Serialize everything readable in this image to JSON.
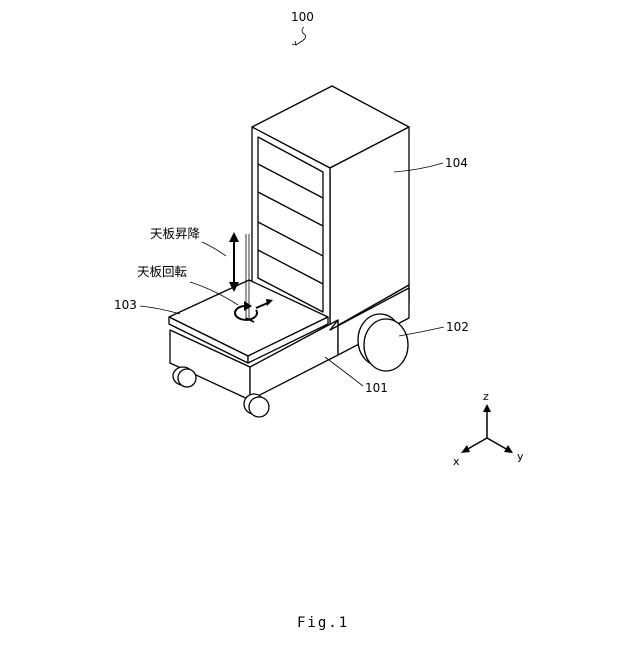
{
  "figure": {
    "ref_main": "100",
    "ref_body": "101",
    "ref_wheel": "102",
    "ref_top_plate": "103",
    "ref_shelf": "104",
    "label_lift": "天板昇降",
    "label_rotate": "天板回転",
    "caption": "Fig.1"
  },
  "axes": {
    "z": "z",
    "x": "x",
    "y": "y"
  }
}
